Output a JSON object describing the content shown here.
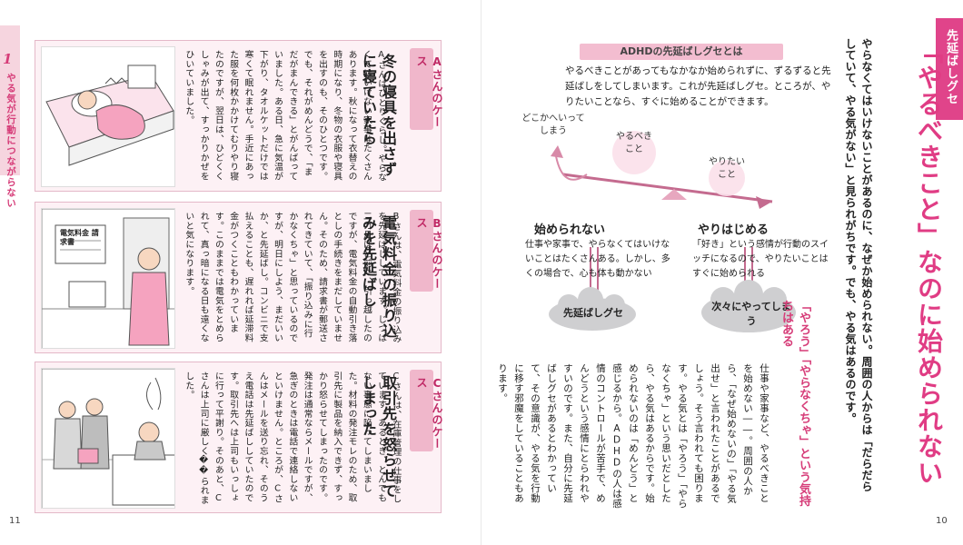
{
  "left_page": {
    "chapter_number": "1",
    "chapter_tab": "やる気が行動につながらない",
    "page_number": "11",
    "cases": [
      {
        "label": "Aさんのケース",
        "title": "冬の寝具を出さずに寝ていたら",
        "body": "Aさんはひとりぐらし。やらなくてはいけない家事はたくさんあります。秋になって衣替えの時期になり、冬物の衣服や寝具を出すのも、そのひとつです。でも、それがめんどうで、「まだがまんできる」とがんばっていました。ある日、急に気温が下がり、タオルケットだけでは寒くて眠れません。手近にあった服を何枚かかけてむりやり寝たのですが、翌日は、ひどくくしゃみが出て、すっかりかぜをひいていました。"
      },
      {
        "label": "Bさんのケース",
        "title": "電気料金の振り込みを先延ばし",
        "body": "Bさんは、電気料金の振り込みを先延ばししています。じつは二カ月ほど前に、引っ越したのですが、電気料金の自動引き落としの手続きをまだしていません。そのため、請求書が郵送されてきていて、「振り込みに行かなくちゃ」と思っているのですが、明日にしよう、まだいいか、と先延ばし。コンビニで支払えることも、遅れれば延滞料金がつくこともわかっています。このままでは電気をとめられて、真っ暗になる日も遠くないと気になります。",
        "art_sign": "電気料金 請求書"
      },
      {
        "label": "Cさんのケース",
        "title": "取引先を怒らせてしまった",
        "body": "Cさんは、在庫管理の仕事をしています。あるとき、とんでもない事態に陥ってしまいました。材料の発注モレのため、取引先に製品を納入できず、すっかり怒らせてしまったのです。発注は通常ならメールですが、急ぎのときは電話で連絡しないといけません。ところが、Cさんはメールを送り忘れ、そのうえ電話は先延ばししていたのです。取引先へは上司もいっしょに行って平謝り。そのあと、Cさんは上司に厳しく��られました。"
      }
    ]
  },
  "right_page": {
    "section_tab": "先延ばしグセ",
    "page_number": "10",
    "main_title": "「やるべきこと」なのに始められない",
    "intro": "やらなくてはいけないことがあるのに、なぜか始められない。周囲の人からは「だらだらしていて、やる気がない」と見られがちです。でも、やる気はあるのです。",
    "sub_heading": "「やろう」「やらなくちゃ」という気持ちはある",
    "sub_body": "仕事や家事など、やるべきことを始めない――。周囲の人から、「なぜ始めないの」「やる気出せ」と言われたことがあるでしょう。そう言われても困ります。やる気とは「やろう」「やらなくちゃ」という思いだとしたら、やる気はあるからです。始められないのは「めんどう」と感じるから。ADHDの人は感情のコントロールが苦手で、めんどうという感情にとらわれやすいのです。また、自分に先延ばしグセがあるとわかっていて、その意識が、やる気を行動に移す邪魔をしていることもあります。",
    "diagram": {
      "header": "ADHDの先延ばしグセとは",
      "description": "やるべきことがあってもなかなか始められずに、ずるずると先延ばしをしてしまいます。これが先延ばしグセ。ところが、やりたいことなら、すぐに始めることができます。",
      "fly_label": "どこかへいってしまう",
      "must_do": "やるべきこと",
      "want_to": "やりたいこと",
      "left_title": "始められない",
      "left_desc": "仕事や家事で、やらなくてはいけないことはたくさんある。しかし、多くの場合で、心も体も動かない",
      "right_title": "やりはじめる",
      "right_desc": "「好き」という感情が行動のスイッチになるので、やりたいことはすぐに始められる",
      "left_result": "先延ばしグセ",
      "right_result": "次々にやってしまう"
    }
  },
  "colors": {
    "accent": "#e03c84",
    "tab_pink": "#f6d5df",
    "label_pink": "#f0b7cb",
    "case_bg": "#fdf1f5",
    "cloud_gray": "#cfcfd1"
  }
}
